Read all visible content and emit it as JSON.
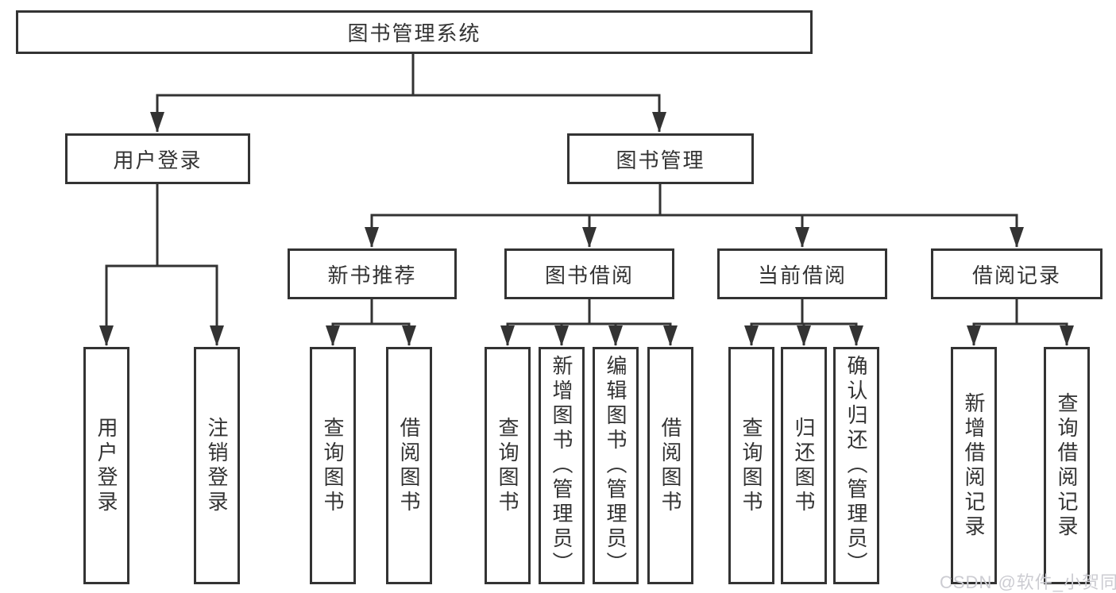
{
  "diagram_type": "functional-structure-tree",
  "tree": {
    "label": "图书管理系统",
    "children": [
      {
        "label": "用户登录",
        "children": [
          {
            "label": "用户登录"
          },
          {
            "label": "注销登录"
          }
        ]
      },
      {
        "label": "图书管理",
        "children": [
          {
            "label": "新书推荐",
            "children": [
              {
                "label": "查询图书"
              },
              {
                "label": "借阅图书"
              }
            ]
          },
          {
            "label": "图书借阅",
            "children": [
              {
                "label": "查询图书"
              },
              {
                "label": "新增图书（管理员）"
              },
              {
                "label": "编辑图书（管理员）"
              },
              {
                "label": "借阅图书"
              }
            ]
          },
          {
            "label": "当前借阅",
            "children": [
              {
                "label": "查询图书"
              },
              {
                "label": "归还图书"
              },
              {
                "label": "确认归还（管理员）"
              }
            ]
          },
          {
            "label": "借阅记录",
            "children": [
              {
                "label": "新增借阅记录"
              },
              {
                "label": "查询借阅记录"
              }
            ]
          }
        ]
      }
    ]
  },
  "watermark": {
    "text": "CSDN @软件_小贺同学"
  },
  "colors": {
    "line": "#333333",
    "text": "#333333",
    "background": "#ffffff",
    "watermark": "#ccccd2"
  }
}
